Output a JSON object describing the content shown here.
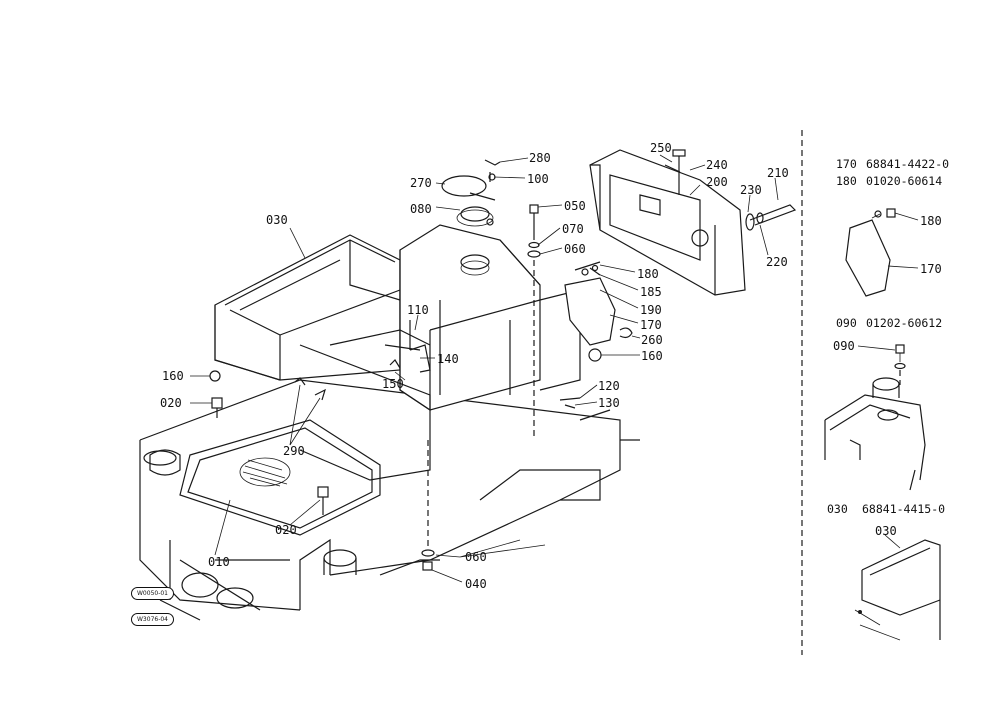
{
  "diagram": {
    "labels": {
      "p280": "280",
      "p270": "270",
      "p100": "100",
      "p080": "080",
      "p050": "050",
      "p070": "070",
      "p060a": "060",
      "p030": "030",
      "p110": "110",
      "p140": "140",
      "p150": "150",
      "p160a": "160",
      "p020a": "020",
      "p290": "290",
      "p010": "010",
      "p020b": "020",
      "p060b": "060",
      "p040": "040",
      "p250": "250",
      "p240": "240",
      "p200": "200",
      "p230": "230",
      "p210": "210",
      "p220": "220",
      "p180a": "180",
      "p185": "185",
      "p190": "190",
      "p170a": "170",
      "p260": "260",
      "p160b": "160",
      "p120": "120",
      "p130": "130"
    },
    "stamps": {
      "top": "W0050-01",
      "bottom": "W3076-04"
    }
  },
  "sidebar": {
    "parts": [
      {
        "no": "170",
        "code": "68841-4422-0"
      },
      {
        "no": "180",
        "code": "01020-60614"
      },
      {
        "no": "090",
        "code": "01202-60612"
      },
      {
        "no": "030",
        "code": "68841-4415-0"
      }
    ],
    "inset_labels": {
      "i180": "180",
      "i170": "170",
      "i090": "090",
      "i030": "030"
    }
  }
}
